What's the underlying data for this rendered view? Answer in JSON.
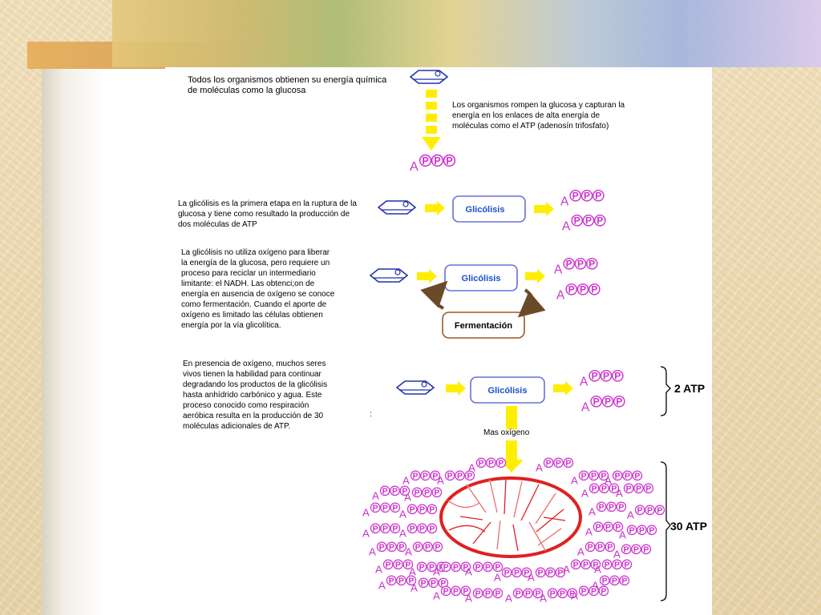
{
  "section1": {
    "intro": [
      "Todos los organismos obtienen su energía química",
      "de moléculas como la glucosa"
    ],
    "note": [
      "Los organismos rompen la glucosa y capturan la",
      "energía  en los enlaces de alta energía de",
      "moléculas como el  ATP (adenosín trifosfato)"
    ]
  },
  "section2": {
    "text": [
      "La glicólisis es la primera etapa en la ruptura de la",
      "glucosa y tiene como resultado la producción de",
      "dos moléculas de ATP"
    ],
    "box_label": "Glicólisis"
  },
  "section3": {
    "text": [
      "La glicólisis no utiliza oxígeno para liberar",
      "la energía de la glucosa, pero requiere un",
      "proceso para reciclar un intermediario",
      "limitante: el NADH. Las obtenci;on de",
      "energía en ausencia de oxígeno se conoce",
      "como fermentación. Cuando el aporte de",
      "oxígeno es  limitado las células obtienen",
      "energía por la vía glicolítica."
    ],
    "box_label": "Glicólisis",
    "ferm_label": "Fermentación"
  },
  "section4": {
    "text": [
      "En presencia de oxígeno, muchos seres",
      "vivos tienen la habilidad para continuar",
      "degradando los productos de la glicólisis",
      "hasta  anhídrido carbónico y agua. Este",
      "proceso conocido como respiración",
      "aeróbica resulta en la producción de 30",
      "moléculas adicionales de ATP."
    ],
    "colon": ":",
    "box_label": "Glicólisis",
    "yield_label": "2 ATP",
    "oxygen_label": "Mas oxígeno",
    "mito_yield_label": "30 ATP"
  },
  "atp": {
    "A": "A",
    "P": "P"
  },
  "colors": {
    "arrow": "#ffee00",
    "box_stroke": "#6a70d8",
    "ferm_stroke": "#9a5a22",
    "mito": "#e02020",
    "atp": "#cc33cc",
    "glucose": "#2233aa"
  }
}
